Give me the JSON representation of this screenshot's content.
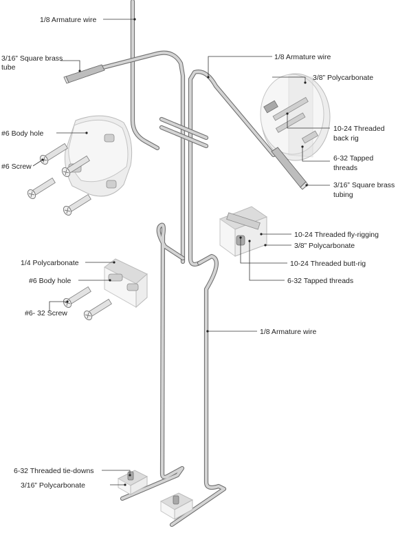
{
  "diagram": {
    "labels": {
      "armature_wire_top": "1/8 Armature wire",
      "square_brass_tube_line1": "3/16” Square brass",
      "square_brass_tube_line2": "tube",
      "armature_wire_right": "1/8 Armature wire",
      "polycarbonate_3_8_top": "3/8” Polycarbonate",
      "body_hole_6_top": "#6 Body hole",
      "threaded_back_rig_line1": "10-24 Threaded",
      "threaded_back_rig_line2": "back rig",
      "screw_6": "#6 Screw",
      "tapped_threads_top_line1": "6-32 Tapped",
      "tapped_threads_top_line2": "threads",
      "square_brass_tubing_line1": "3/16” Square brass",
      "square_brass_tubing_line2": "tubing",
      "fly_rigging": "10-24 Threaded fly-rigging",
      "polycarbonate_3_8_mid": "3/8” Polycarbonate",
      "polycarbonate_1_4": "1/4 Polycarbonate",
      "butt_rig": "10-24 Threaded butt-rig",
      "body_hole_6_mid": "#6 Body hole",
      "tapped_threads_mid": "6-32 Tapped threads",
      "screw_6_32": "#6- 32 Screw",
      "armature_wire_lower": "1/8 Armature wire",
      "tie_downs": "6-32 Threaded tie-downs",
      "polycarbonate_3_16": "3/16” Polycarbonate"
    },
    "colors": {
      "wire_outline": "#6f6f6f",
      "wire_fill": "#d4d4d4",
      "polycarbonate": "#ededed",
      "label_text": "#222222"
    }
  }
}
